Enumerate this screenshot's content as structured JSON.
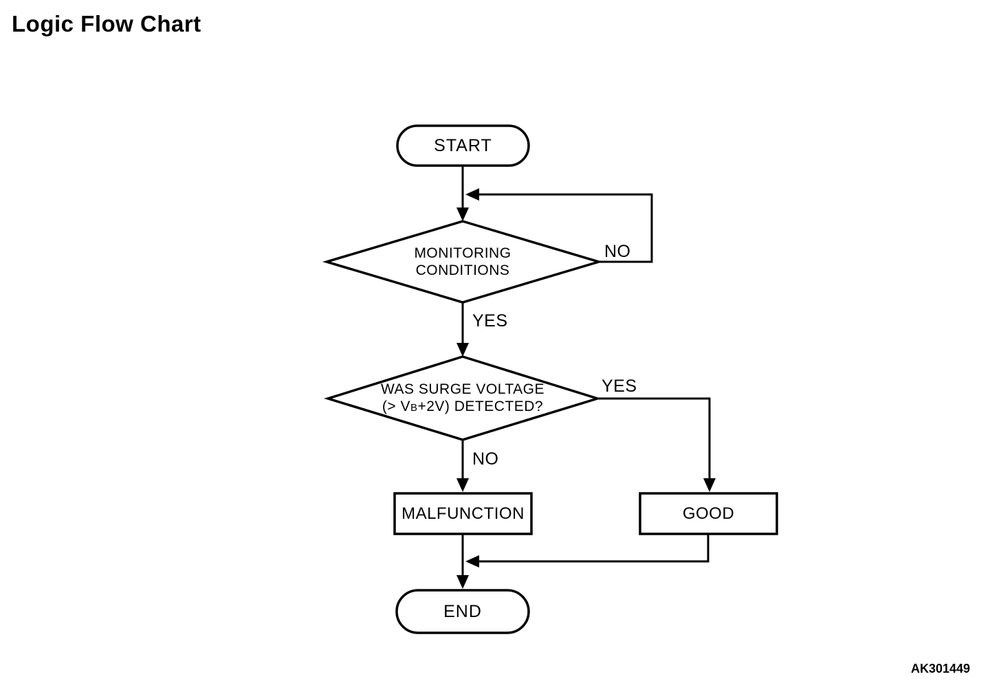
{
  "title": "Logic Flow Chart",
  "figure_code": "AK301449",
  "colors": {
    "line": "#000000",
    "background": "#ffffff",
    "text": "#000000"
  },
  "flowchart": {
    "nodes": {
      "start": {
        "type": "terminator",
        "label": "START"
      },
      "monitoring": {
        "type": "decision",
        "line1": "MONITORING",
        "line2": "CONDITIONS"
      },
      "surge": {
        "type": "decision",
        "line1": "WAS SURGE VOLTAGE",
        "line2_pre": "(> V",
        "line2_sub": "B",
        "line2_post": "+2V) DETECTED?"
      },
      "malfunction": {
        "type": "process",
        "label": "MALFUNCTION"
      },
      "good": {
        "type": "process",
        "label": "GOOD"
      },
      "end": {
        "type": "terminator",
        "label": "END"
      }
    },
    "edge_labels": {
      "monitoring_no": "NO",
      "monitoring_yes": "YES",
      "surge_yes": "YES",
      "surge_no": "NO"
    }
  }
}
